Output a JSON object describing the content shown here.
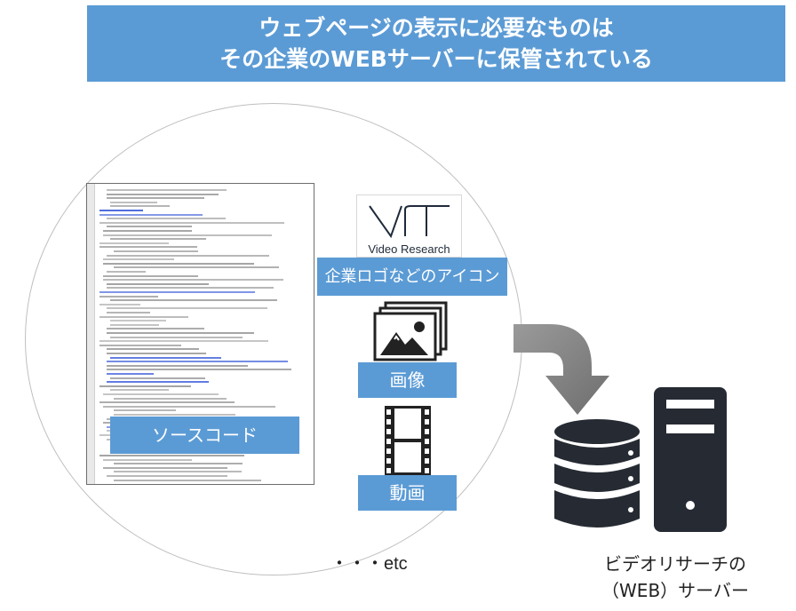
{
  "title": {
    "line1": "ウェブページの表示に必要なものは",
    "line2": "その企業のWEBサーバーに保管されている"
  },
  "source_code": {
    "label": "ソースコード"
  },
  "logo": {
    "brand_text": "Video Research",
    "label": "企業ロゴなどのアイコン"
  },
  "image": {
    "label": "画像"
  },
  "video": {
    "label": "動画"
  },
  "etc": "・・・etc",
  "server": {
    "line1": "ビデオリサーチの",
    "line2": "（WEB）サーバー"
  },
  "colors": {
    "accent": "#5b9bd5",
    "server_dark": "#262b33",
    "arrow": "#7f7f7f"
  },
  "icons": [
    "picture-stack-icon",
    "film-strip-icon",
    "database-icon",
    "server-tower-icon",
    "curved-arrow-icon"
  ]
}
